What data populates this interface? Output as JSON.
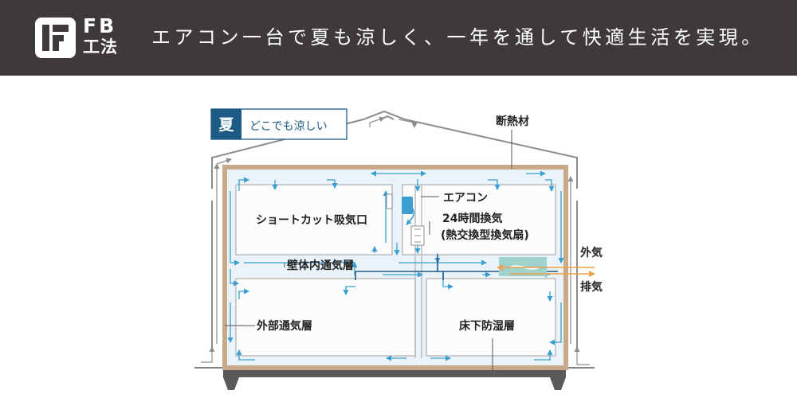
{
  "header": {
    "logo_line1": "FB",
    "logo_line2": "工法",
    "tagline": "エアコン一台で夏も涼しく、一年を通して快適生活を実現。"
  },
  "diagram": {
    "season_badge": "夏",
    "season_caption": "どこでも涼しい",
    "labels": {
      "insulation": "断熱材",
      "aircon": "エアコン",
      "ventilator_line1": "24時間換気",
      "ventilator_line2": "(熱交換型換気扇)",
      "shortcut_intake": "ショートカット吸気口",
      "wall_air_layer": "壁体内通気層",
      "outside_air": "外気",
      "exhaust": "排気",
      "outer_air_layer": "外部通気層",
      "underfloor_layer": "床下防湿層"
    }
  },
  "colors": {
    "header_bg": "#3e3a39",
    "badge_blue": "#1d5a85",
    "airflow_blue": "#3a9fd0",
    "insulation_tan": "#c9aa88",
    "foundation_gray": "#5a5a5a",
    "roof_gray": "#8c8c8c",
    "exhaust_orange": "#eea04a",
    "ventilator_teal": "#9fd3cc"
  }
}
